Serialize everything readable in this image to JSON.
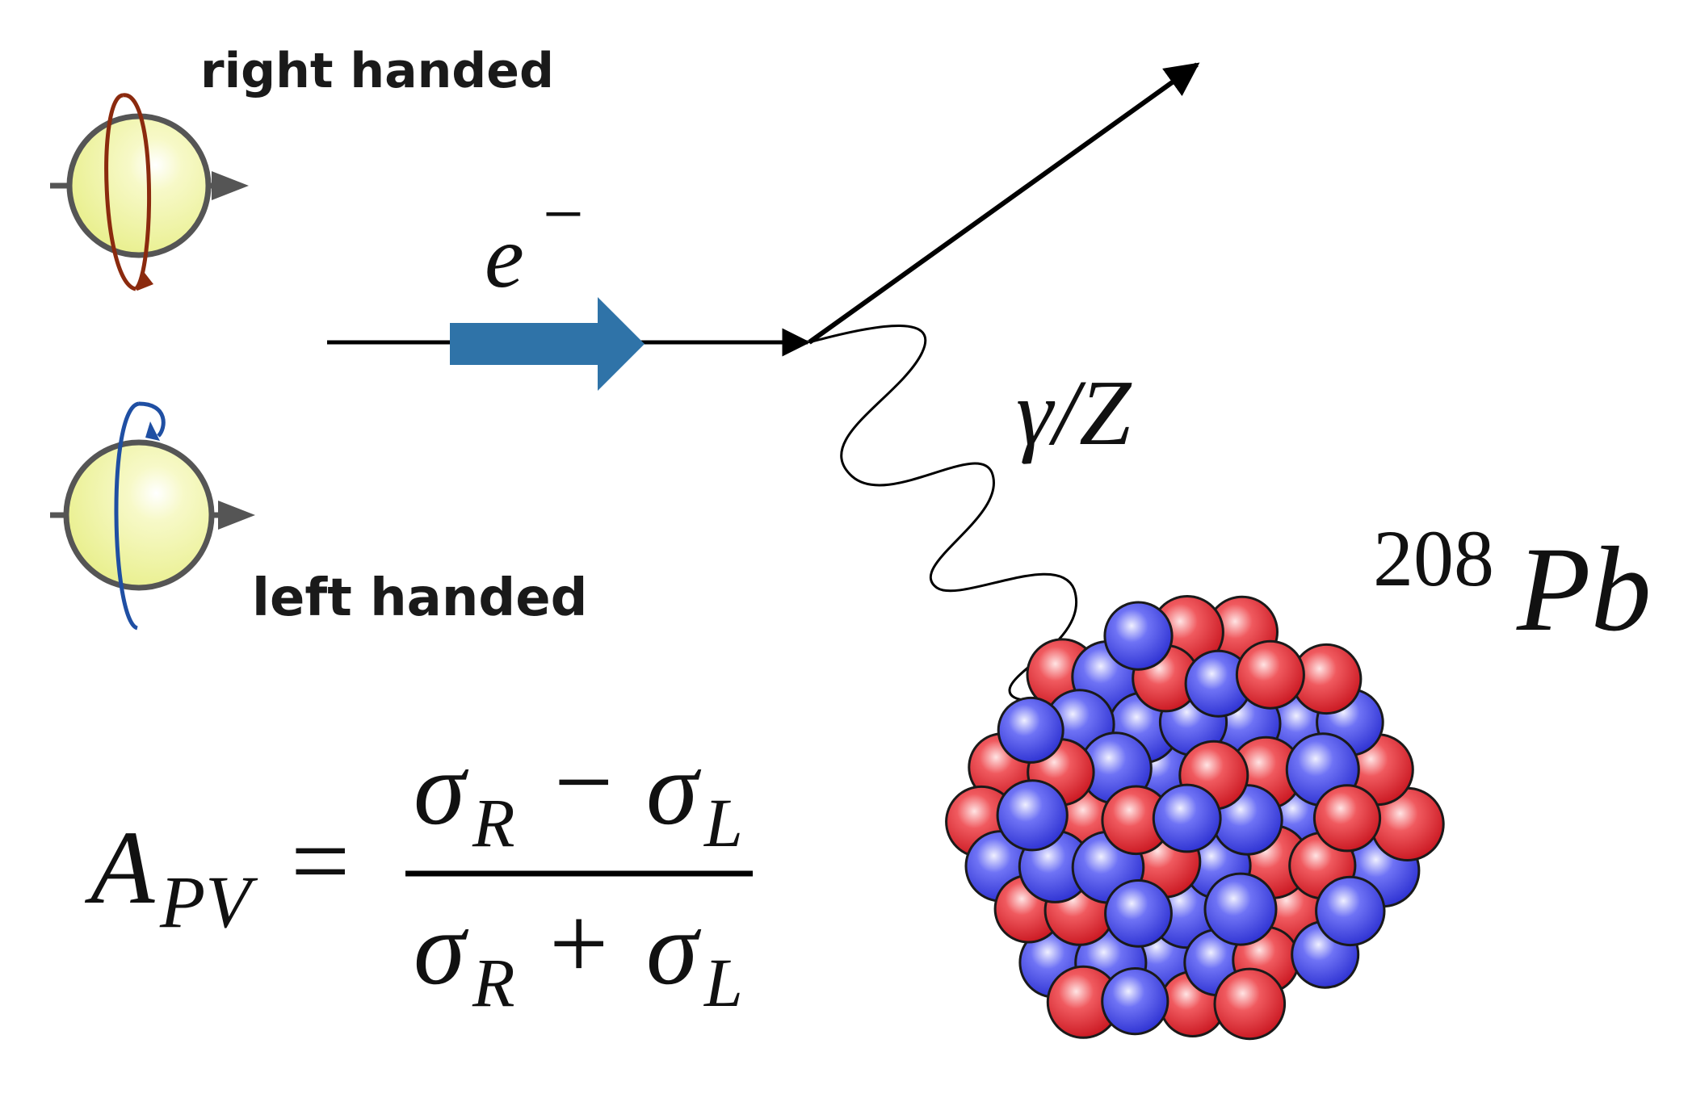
{
  "labels": {
    "right_handed": "right handed",
    "left_handed": "left handed",
    "electron_symbol": "e",
    "electron_charge": "−",
    "boson": "γ/Z",
    "nucleus_mass_number": "208",
    "nucleus_symbol": "Pb"
  },
  "formula": {
    "lhs_symbol": "A",
    "lhs_subscript": "PV",
    "equals": "=",
    "sigma": "σ",
    "sub_r": "R",
    "sub_l": "L",
    "minus": "−",
    "plus": "+"
  },
  "colors": {
    "sphere_fill": "#f2f6a0",
    "axis_arrow": "#555555",
    "right_handed_loop": "#8b2a0e",
    "left_handed_loop": "#1f4fa3",
    "electron_arrow": "#2f73a8",
    "proton": "#e8323c",
    "neutron": "#4a4fe8",
    "line": "#000000"
  },
  "icons": {
    "right_handed_spin": "spinning-sphere-icon",
    "left_handed_spin": "spinning-sphere-icon",
    "nucleus": "atomic-nucleus-icon"
  }
}
